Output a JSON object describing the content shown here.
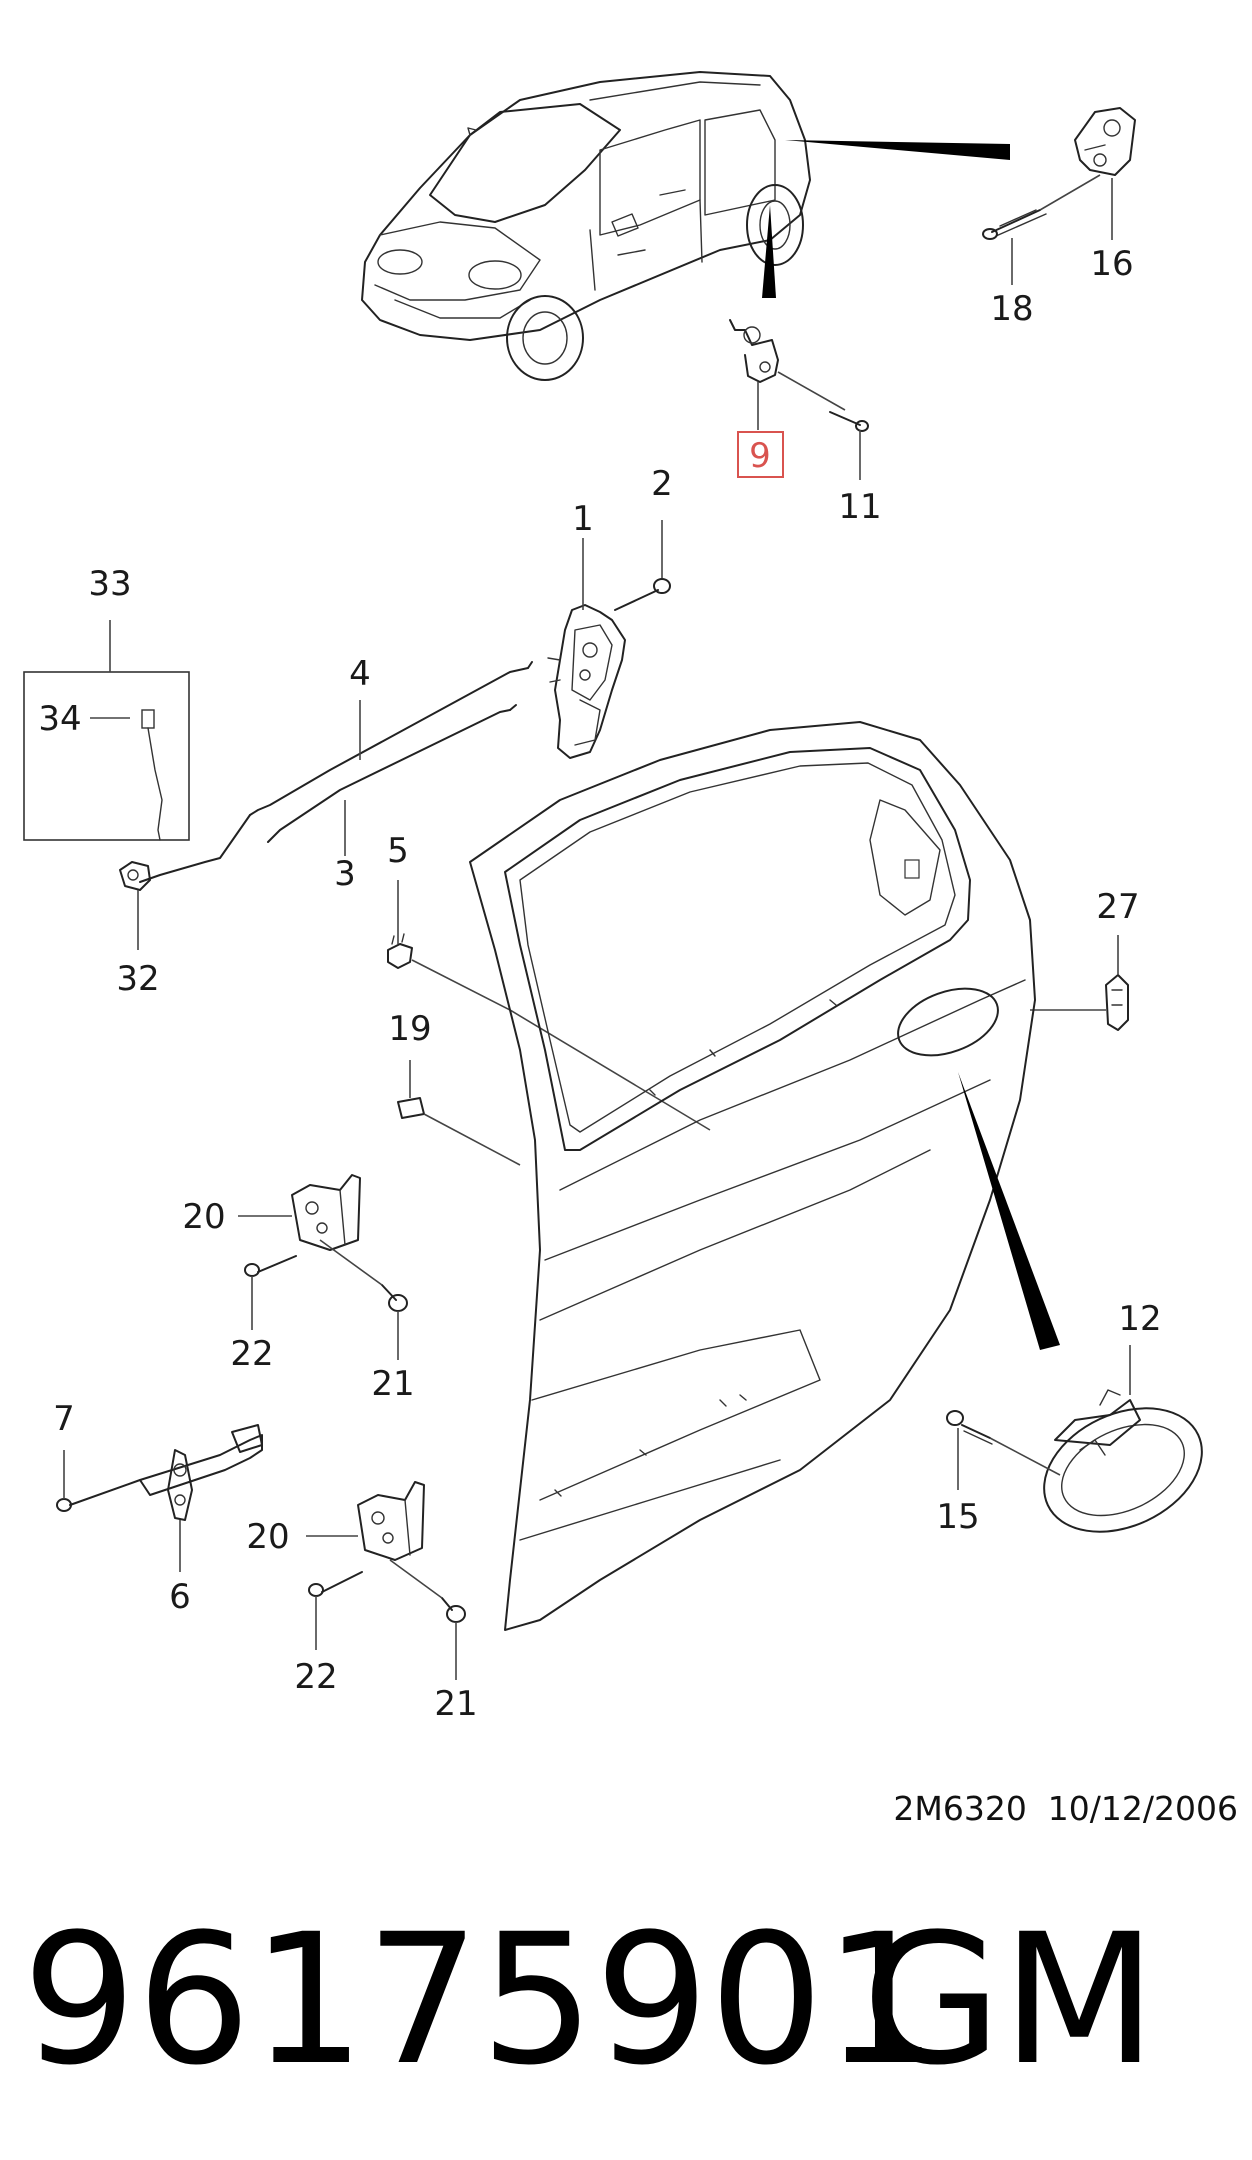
{
  "diagram": {
    "callouts": {
      "c1": "1",
      "c2": "2",
      "c3": "3",
      "c4": "4",
      "c5": "5",
      "c6": "6",
      "c7": "7",
      "c9": "9",
      "c11": "11",
      "c12": "12",
      "c15": "15",
      "c16": "16",
      "c18": "18",
      "c19": "19",
      "c20a": "20",
      "c20b": "20",
      "c21a": "21",
      "c21b": "21",
      "c22a": "22",
      "c22b": "22",
      "c27": "27",
      "c32": "32",
      "c33": "33",
      "c34": "34"
    },
    "highlighted_callout": "9",
    "highlight_color": "#d9534f",
    "reference": "2M6320  10/12/2006"
  },
  "part_number": "96175901",
  "brand": "GM"
}
